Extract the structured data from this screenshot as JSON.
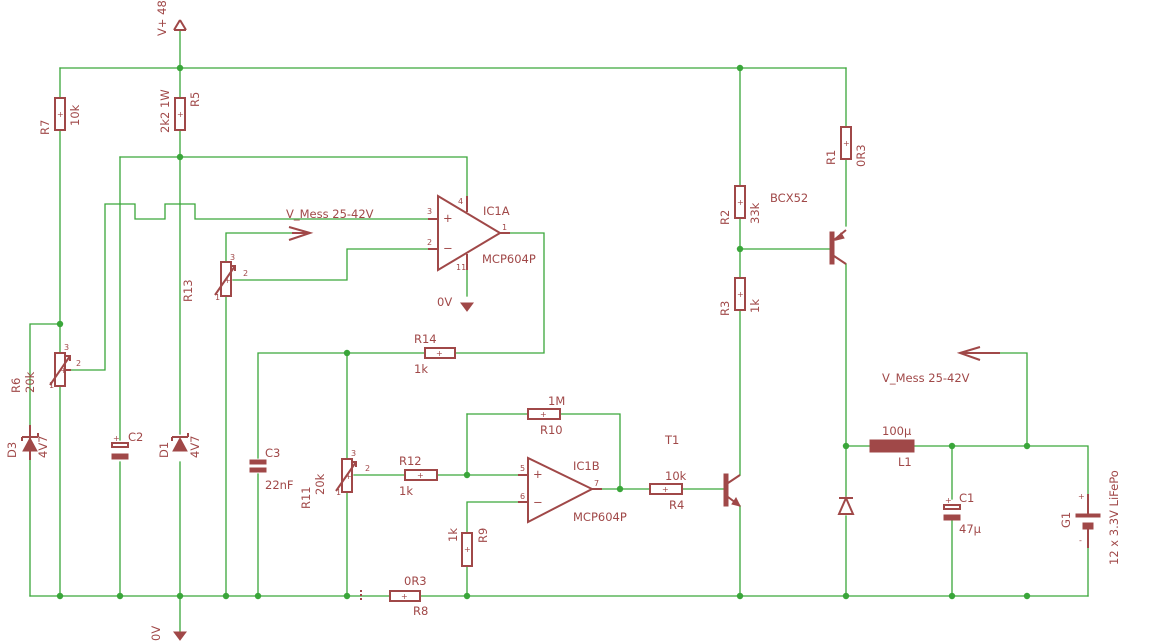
{
  "supply": {
    "vplus": "V+ 48",
    "gnd_top": "0V",
    "gnd_bottom": "0V"
  },
  "nets": {
    "vmess_left": "V_Mess 25-42V",
    "vmess_right": "V_Mess 25-42V"
  },
  "R7": {
    "name": "R7",
    "value": "10k"
  },
  "R5": {
    "name": "R5",
    "value": "2k2 1W"
  },
  "R6": {
    "name": "R6",
    "value": "20k"
  },
  "R13": {
    "name": "R13"
  },
  "D3": {
    "name": "D3",
    "value": "4V7"
  },
  "C2": {
    "name": "C2"
  },
  "D1": {
    "name": "D1",
    "value": "4V7"
  },
  "C3": {
    "name": "C3",
    "value": "22nF"
  },
  "R11": {
    "name": "R11",
    "value": "20k"
  },
  "R14": {
    "name": "R14",
    "value": "1k"
  },
  "R12": {
    "name": "R12",
    "value": "1k"
  },
  "R10": {
    "name": "R10",
    "value": "1M"
  },
  "R9": {
    "name": "R9",
    "value": "1k"
  },
  "R8": {
    "name": "R8",
    "value": "0R3"
  },
  "IC1A": {
    "name": "IC1A",
    "value": "MCP604P"
  },
  "IC1B": {
    "name": "IC1B",
    "value": "MCP604P"
  },
  "R4": {
    "name": "R4",
    "value": "10k"
  },
  "T1": {
    "name": "T1"
  },
  "R2": {
    "name": "R2",
    "value": "33k"
  },
  "R3": {
    "name": "R3",
    "value": "1k"
  },
  "R1": {
    "name": "R1",
    "value": "0R3"
  },
  "Q": {
    "value": "BCX52"
  },
  "L1": {
    "name": "L1",
    "value": "100µ"
  },
  "C1": {
    "name": "C1",
    "value": "47µ"
  },
  "G1": {
    "name": "G1",
    "value": "12 x 3.3V LiFePo"
  },
  "pins": {
    "p1": "1",
    "p2": "2",
    "p3": "3",
    "p4": "4",
    "p5": "5",
    "p6": "6",
    "p7": "7",
    "p11": "11",
    "plus": "+",
    "minus": "-"
  }
}
